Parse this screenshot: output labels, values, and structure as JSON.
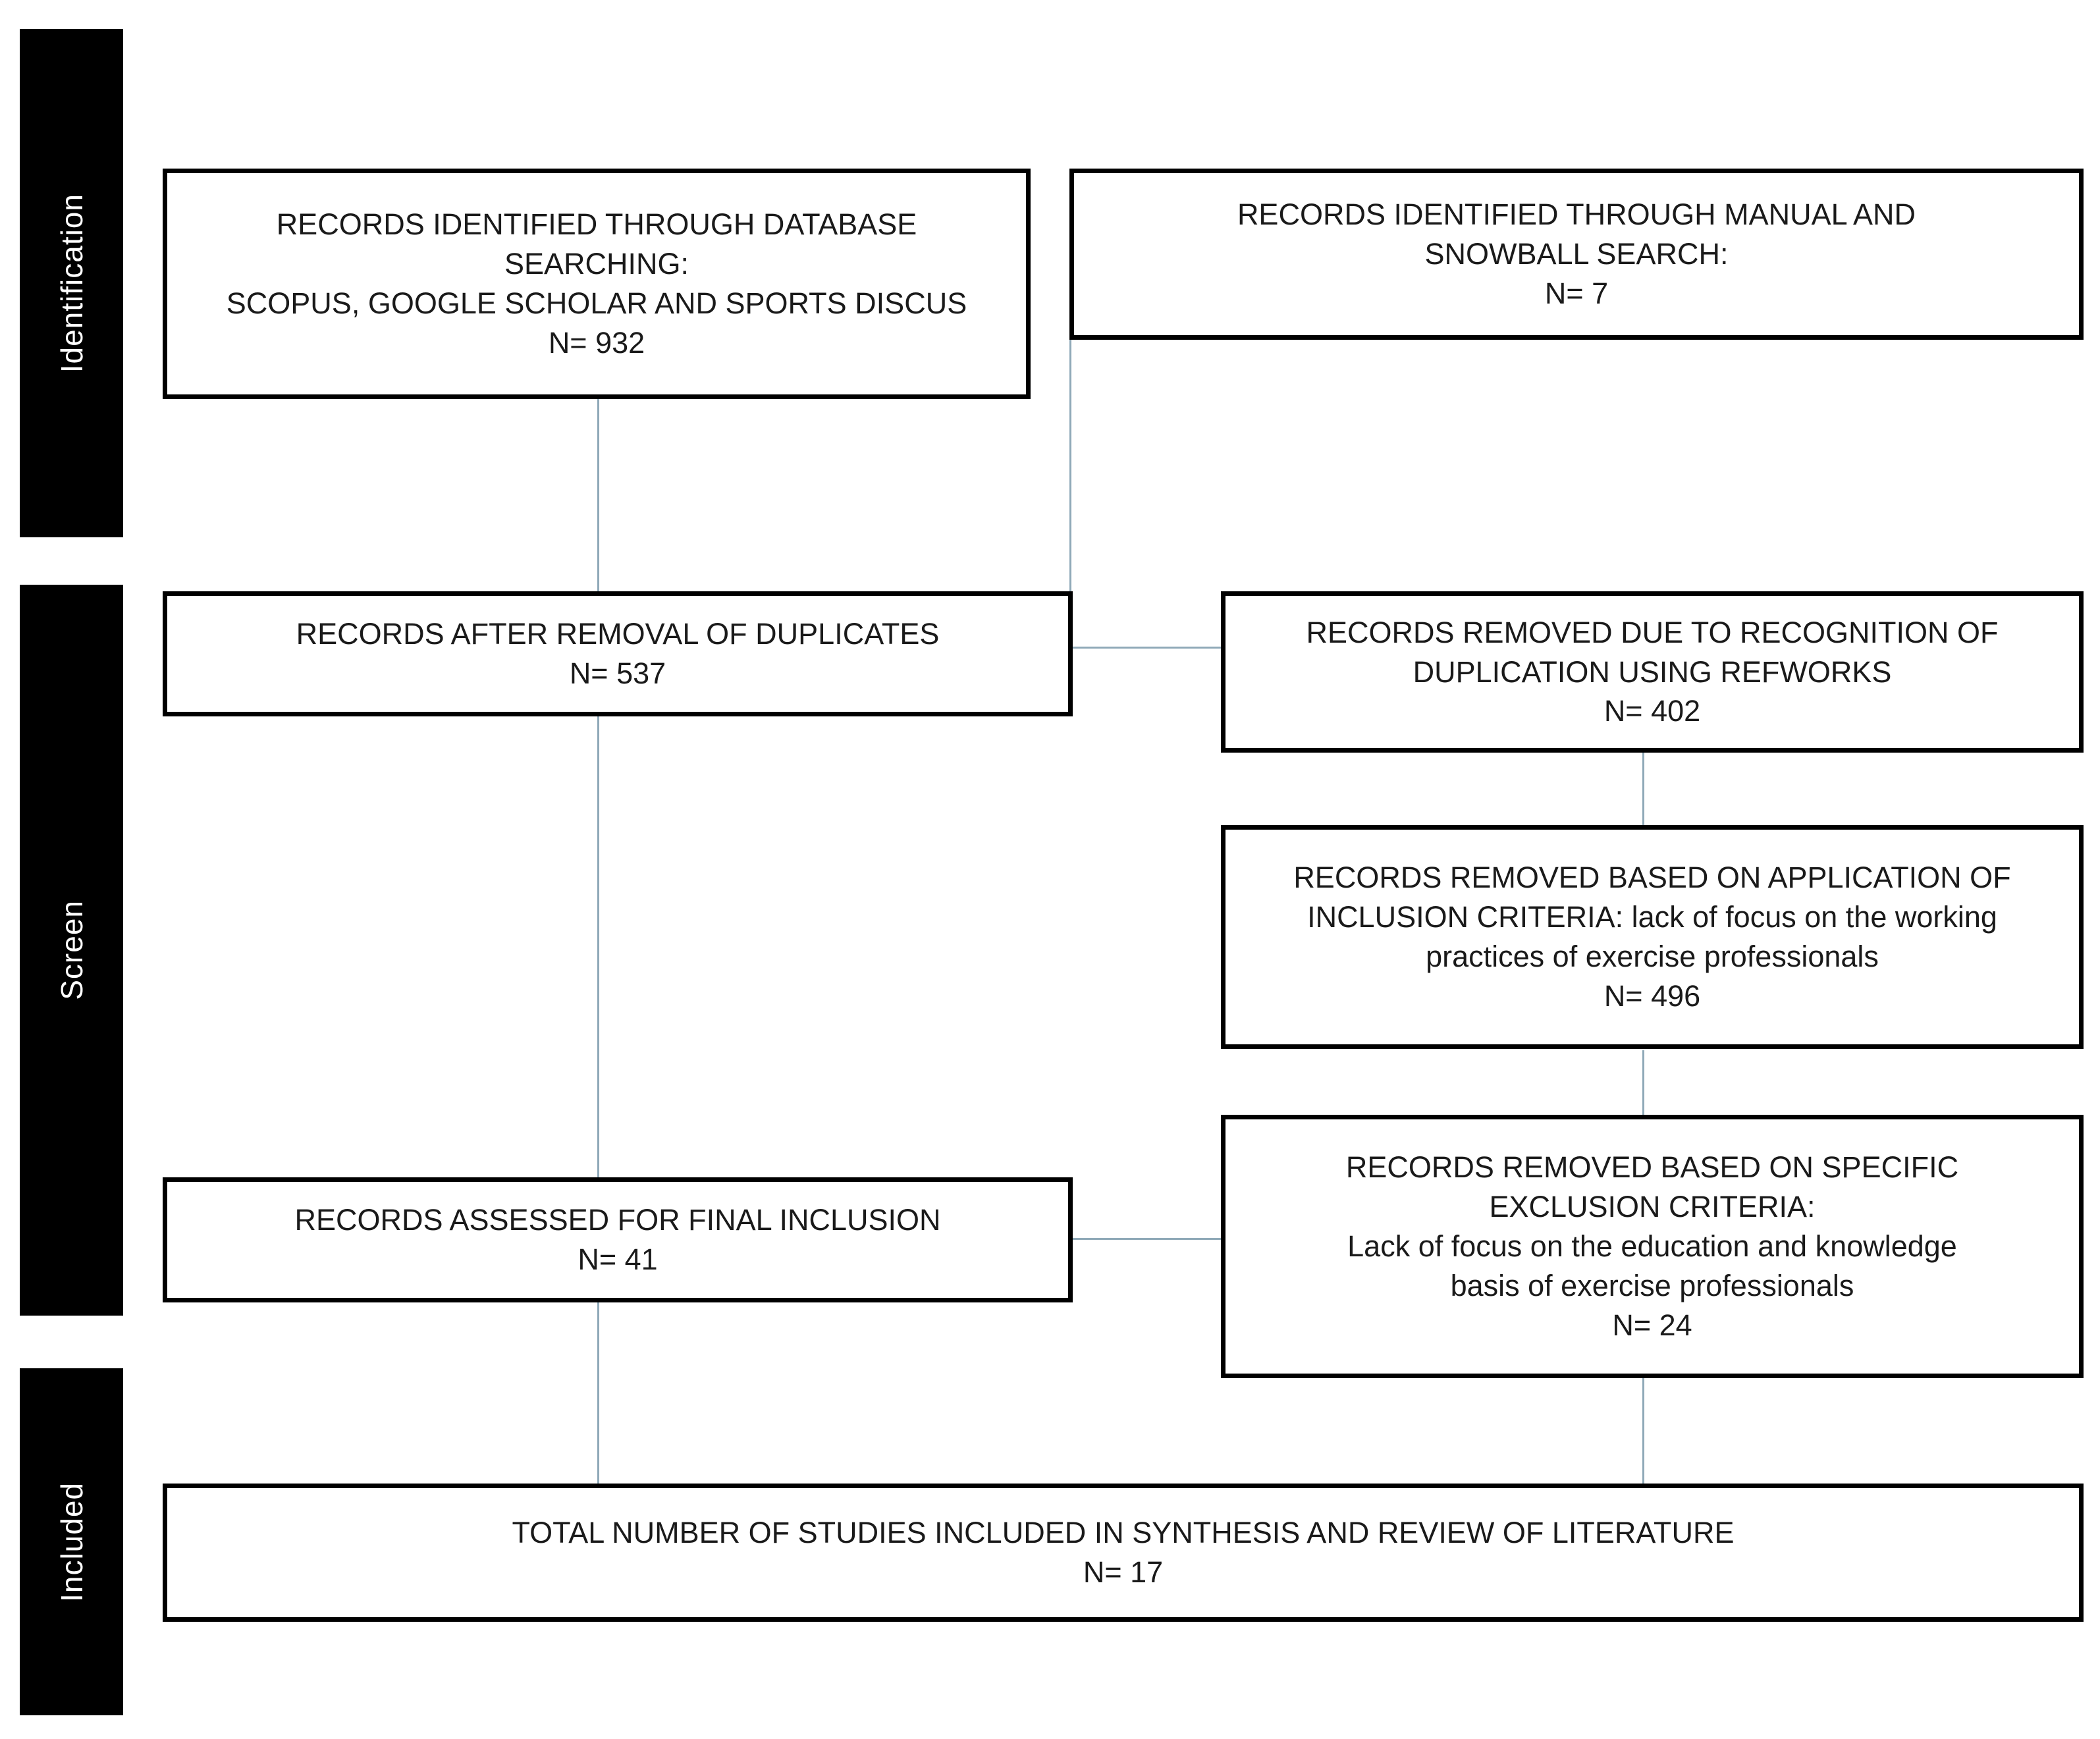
{
  "diagram": {
    "type": "prisma-flow-diagram",
    "stages": [
      {
        "id": "identification",
        "label": "Identification"
      },
      {
        "id": "screen",
        "label": "Screen"
      },
      {
        "id": "included",
        "label": "Included"
      }
    ],
    "boxes": [
      {
        "id": "records-identified-database",
        "lines": [
          "RECORDS IDENTIFIED THROUGH  DATABASE",
          "SEARCHING:",
          "SCOPUS, GOOGLE SCHOLAR AND SPORTS DISCUS",
          "N= 932"
        ],
        "count": 932
      },
      {
        "id": "records-identified-manual",
        "lines": [
          "RECORDS IDENTIFIED THROUGH MANUAL AND",
          "SNOWBALL SEARCH:",
          "N= 7"
        ],
        "count": 7
      },
      {
        "id": "records-after-removal-duplicates",
        "lines": [
          "RECORDS AFTER REMOVAL OF DUPLICATES",
          "N= 537"
        ],
        "count": 537
      },
      {
        "id": "records-removed-duplication",
        "lines": [
          "RECORDS REMOVED DUE TO RECOGNITION OF",
          "DUPLICATION USING REFWORKS",
          "N= 402"
        ],
        "count": 402
      },
      {
        "id": "records-removed-inclusion-criteria",
        "lines": [
          "RECORDS REMOVED BASED ON APPLICATION OF",
          "INCLUSION CRITERIA: lack of focus on the working",
          "practices of exercise professionals",
          "N= 496"
        ],
        "count": 496
      },
      {
        "id": "records-removed-exclusion-criteria",
        "lines": [
          "RECORDS  REMOVED BASED ON SPECIFIC",
          "EXCLUSION CRITERIA:",
          "Lack of focus on the education and knowledge",
          "basis of exercise professionals",
          "N= 24"
        ],
        "count": 24
      },
      {
        "id": "records-assessed-final-inclusion",
        "lines": [
          "RECORDS ASSESSED FOR FINAL INCLUSION",
          "N= 41"
        ],
        "count": 41
      },
      {
        "id": "total-studies-included",
        "lines": [
          "TOTAL NUMBER OF STUDIES INCLUDED IN SYNTHESIS AND REVIEW OF LITERATURE",
          "N= 17"
        ],
        "count": 17
      }
    ],
    "colors": {
      "stage_bar": "#000000",
      "stage_label": "#ffffff",
      "box_border": "#000000",
      "box_fill": "#ffffff",
      "connector": "#8fa9b8",
      "text": "#1a1a1a"
    }
  }
}
